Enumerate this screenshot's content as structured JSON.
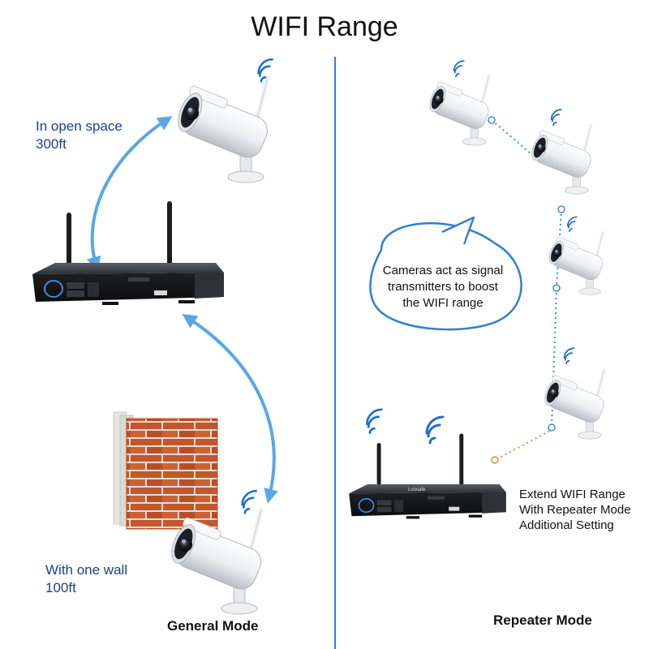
{
  "title": "WIFI Range",
  "general": {
    "open_space_line1": "In open space",
    "open_space_line2": "300ft",
    "wall_line1": "With one wall",
    "wall_line2": "100ft",
    "mode_label": "General Mode"
  },
  "repeater": {
    "bubble_line1": "Cameras act as signal",
    "bubble_line2": "transmitters to boost",
    "bubble_line3": "the WIFI range",
    "extend_line1": "Extend WIFI Range",
    "extend_line2": "With Repeater Mode",
    "extend_line3": "Additional Setting",
    "mode_label": "Repeater Mode",
    "nvr_brand": "Loosafe"
  },
  "colors": {
    "divider": "#2f7fd4",
    "arrow": "#5aa6e6",
    "dots": "#3b8fd8",
    "dots_orange": "#e08a4a",
    "wifi": "#1e6fd0",
    "text_blue": "#1e3f8a"
  }
}
